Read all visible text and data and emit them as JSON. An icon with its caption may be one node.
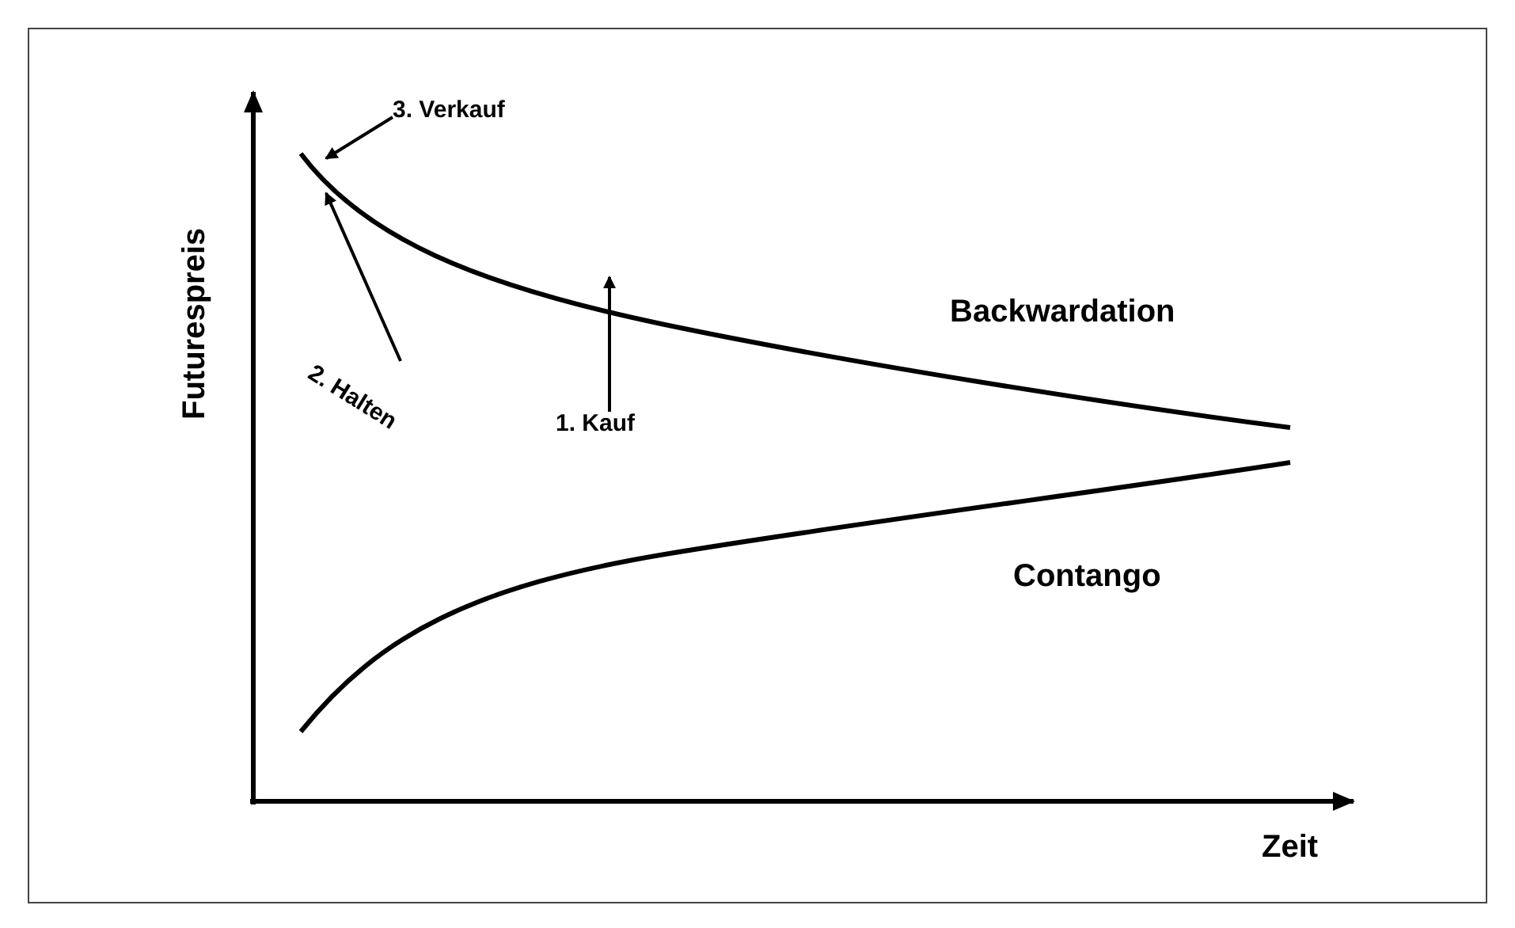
{
  "diagram": {
    "nodes": [
      {
        "text": [
          "3. Verkauf"
        ]
      },
      {
        "text": [
          "2. Halten"
        ]
      },
      {
        "text": [
          "1. Kauf"
        ]
      }
    ],
    "edges": [
      {
        "from": 0,
        "to": null,
        "arrow": "to"
      },
      {
        "from": 1,
        "to": null,
        "arrow": "to"
      },
      {
        "from": 2,
        "to": null,
        "arrow": "to"
      }
    ],
    "labels": [
      "Futurespreis",
      "Backwardation",
      "Contango",
      "Zeit"
    ]
  }
}
